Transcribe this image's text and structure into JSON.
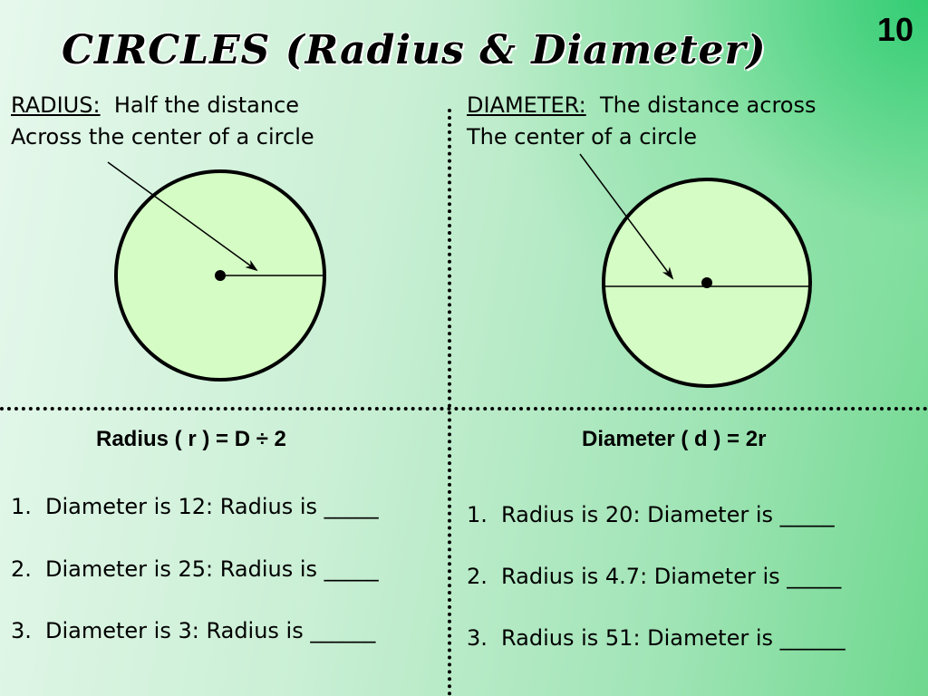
{
  "slide": {
    "title": "CIRCLES (Radius & Diameter)",
    "number": "10"
  },
  "radius_section": {
    "term": "RADIUS:",
    "definition_line1": "  Half the distance",
    "definition_line2": "Across the center of a circle",
    "formula": "Radius ( r )  = D ÷ 2",
    "problems": [
      {
        "num": "1.",
        "text": "Diameter is 12: Radius is _____"
      },
      {
        "num": "2.",
        "text": "Diameter is 25: Radius is _____"
      },
      {
        "num": "3.",
        "text": "Diameter is 3: Radius is ______"
      }
    ]
  },
  "diameter_section": {
    "term": "DIAMETER:",
    "definition_line1": "  The distance across",
    "definition_line2": "The center of a circle",
    "formula": "Diameter ( d )  = 2r",
    "problems": [
      {
        "num": "1.",
        "text": "Radius is 20: Diameter is _____"
      },
      {
        "num": "2.",
        "text": "Radius is 4.7: Diameter is _____"
      },
      {
        "num": "3.",
        "text": "Radius is 51: Diameter is ______"
      }
    ]
  },
  "colors": {
    "circle_fill": "#d5fcc5",
    "stroke": "#000000"
  }
}
